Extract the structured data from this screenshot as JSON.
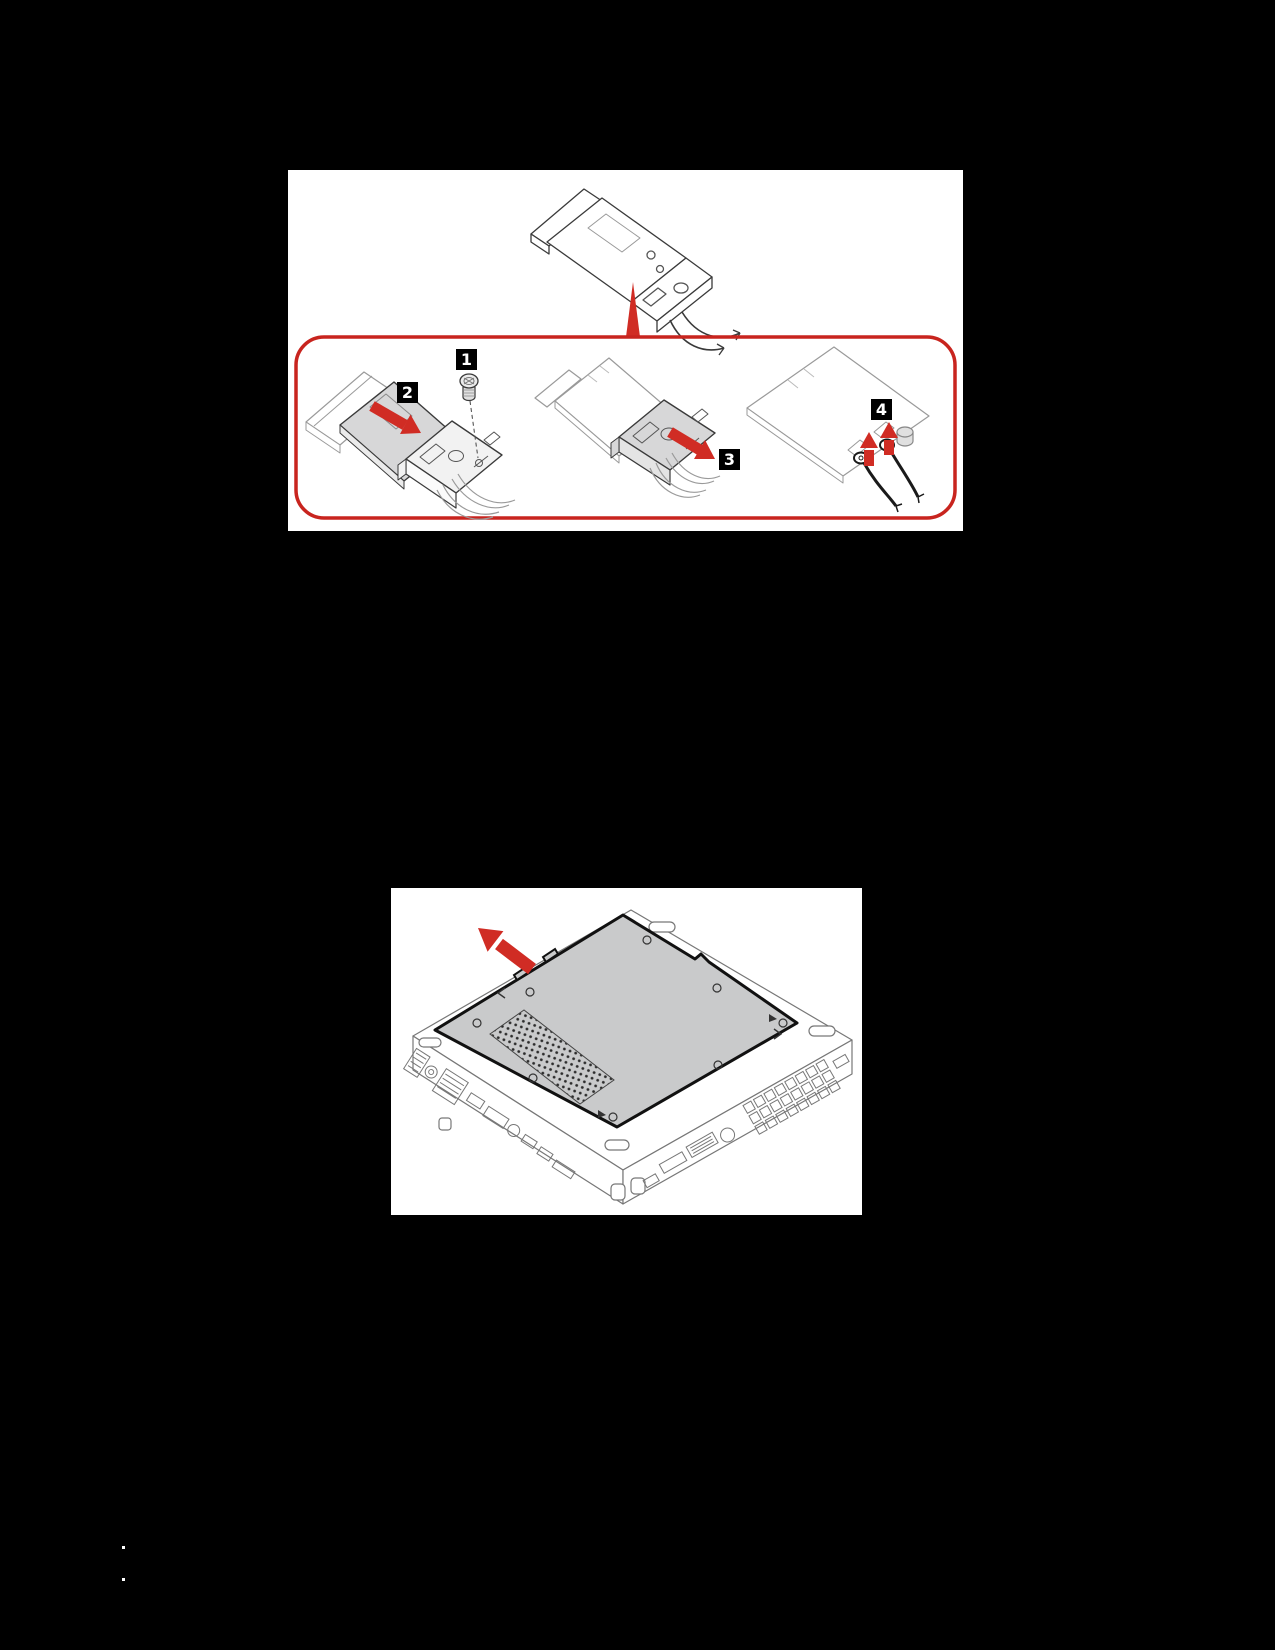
{
  "page": {
    "background": "#000000",
    "panel_background": "#ffffff"
  },
  "colors": {
    "accent_red": "#d02c24",
    "card_gray": "#d7d7d8",
    "cover_gray": "#c9cacb",
    "line_dark": "#3a3a3a",
    "line_ghost": "#9a9a9a"
  },
  "figure_wifi_card": {
    "name": "wifi-card-and-bracket-removal-steps",
    "callouts": [
      {
        "label": "1"
      },
      {
        "label": "2"
      },
      {
        "label": "3"
      },
      {
        "label": "4"
      }
    ],
    "icons": [
      "screw",
      "arrow-southeast",
      "arrow-up",
      "pointer-triangle",
      "antenna-cable"
    ]
  },
  "figure_top_cover": {
    "name": "top-cover-removal",
    "icons": [
      "arrow-northwest",
      "vent-grid",
      "screw-hole",
      "lock-mark"
    ]
  }
}
